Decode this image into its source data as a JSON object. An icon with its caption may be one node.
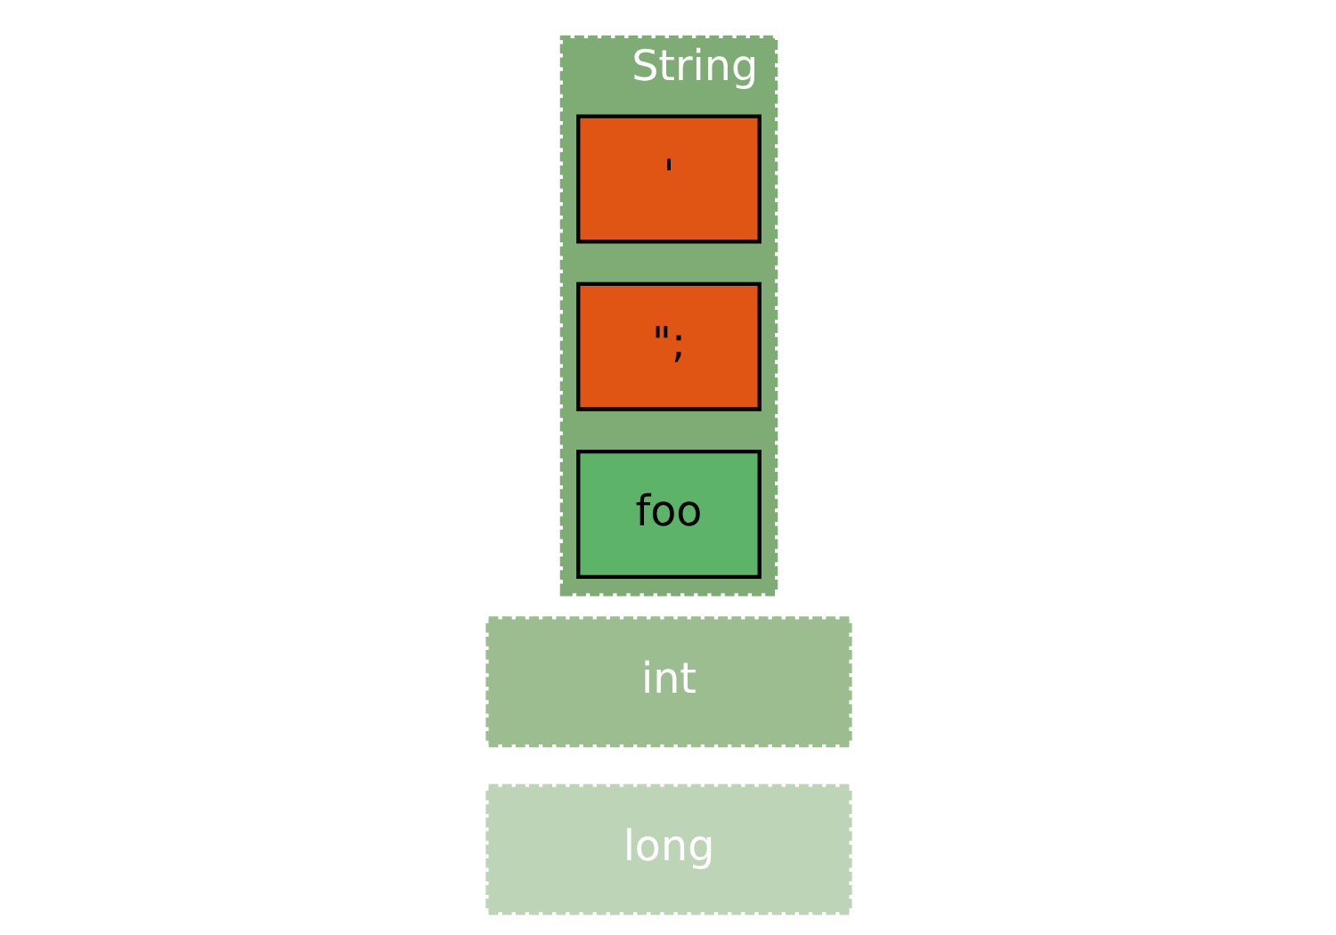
{
  "diagram": {
    "nodes": [
      {
        "text": [
          "long"
        ]
      },
      {
        "text": [
          "int"
        ]
      },
      {
        "text": [
          "String"
        ]
      },
      {
        "text": [
          "'"
        ],
        "in": 2
      },
      {
        "text": [
          "\";"
        ],
        "in": 2
      },
      {
        "text": [
          "foo"
        ],
        "in": 2
      }
    ],
    "edges": []
  }
}
